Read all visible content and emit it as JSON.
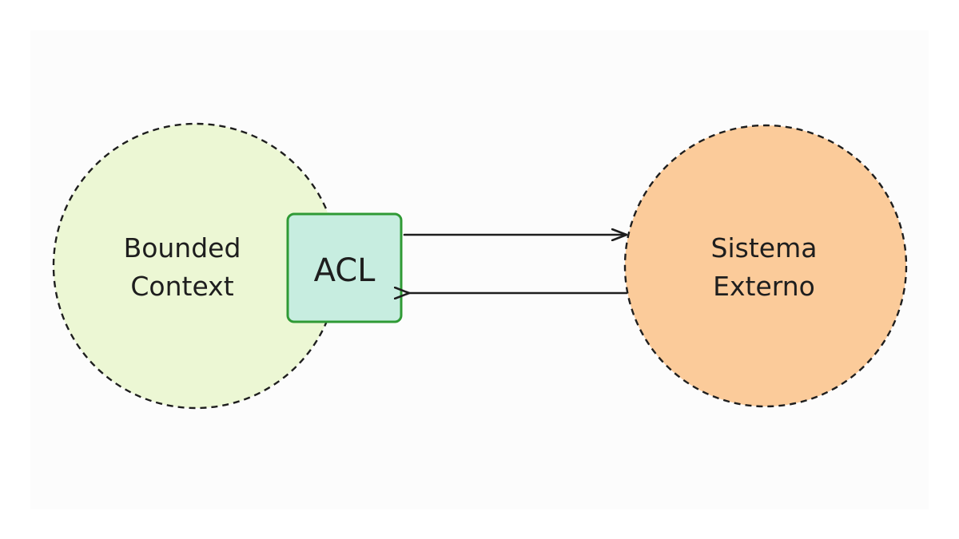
{
  "diagram": {
    "nodes": {
      "bounded_context": {
        "line1": "Bounded",
        "line2": "Context",
        "fill": "#ecf7d4"
      },
      "acl": {
        "label": "ACL",
        "fill": "#c7ede0",
        "stroke": "#2f9a35"
      },
      "sistema_externo": {
        "line1": "Sistema",
        "line2": "Externo",
        "fill": "#fbcb9a"
      }
    },
    "edges": [
      {
        "from": "acl",
        "to": "sistema_externo",
        "direction": "right"
      },
      {
        "from": "sistema_externo",
        "to": "acl",
        "direction": "left"
      }
    ],
    "colors": {
      "outline": "#1e1e1e",
      "arrow": "#1e1e1e",
      "background": "#fcfcfc"
    }
  }
}
